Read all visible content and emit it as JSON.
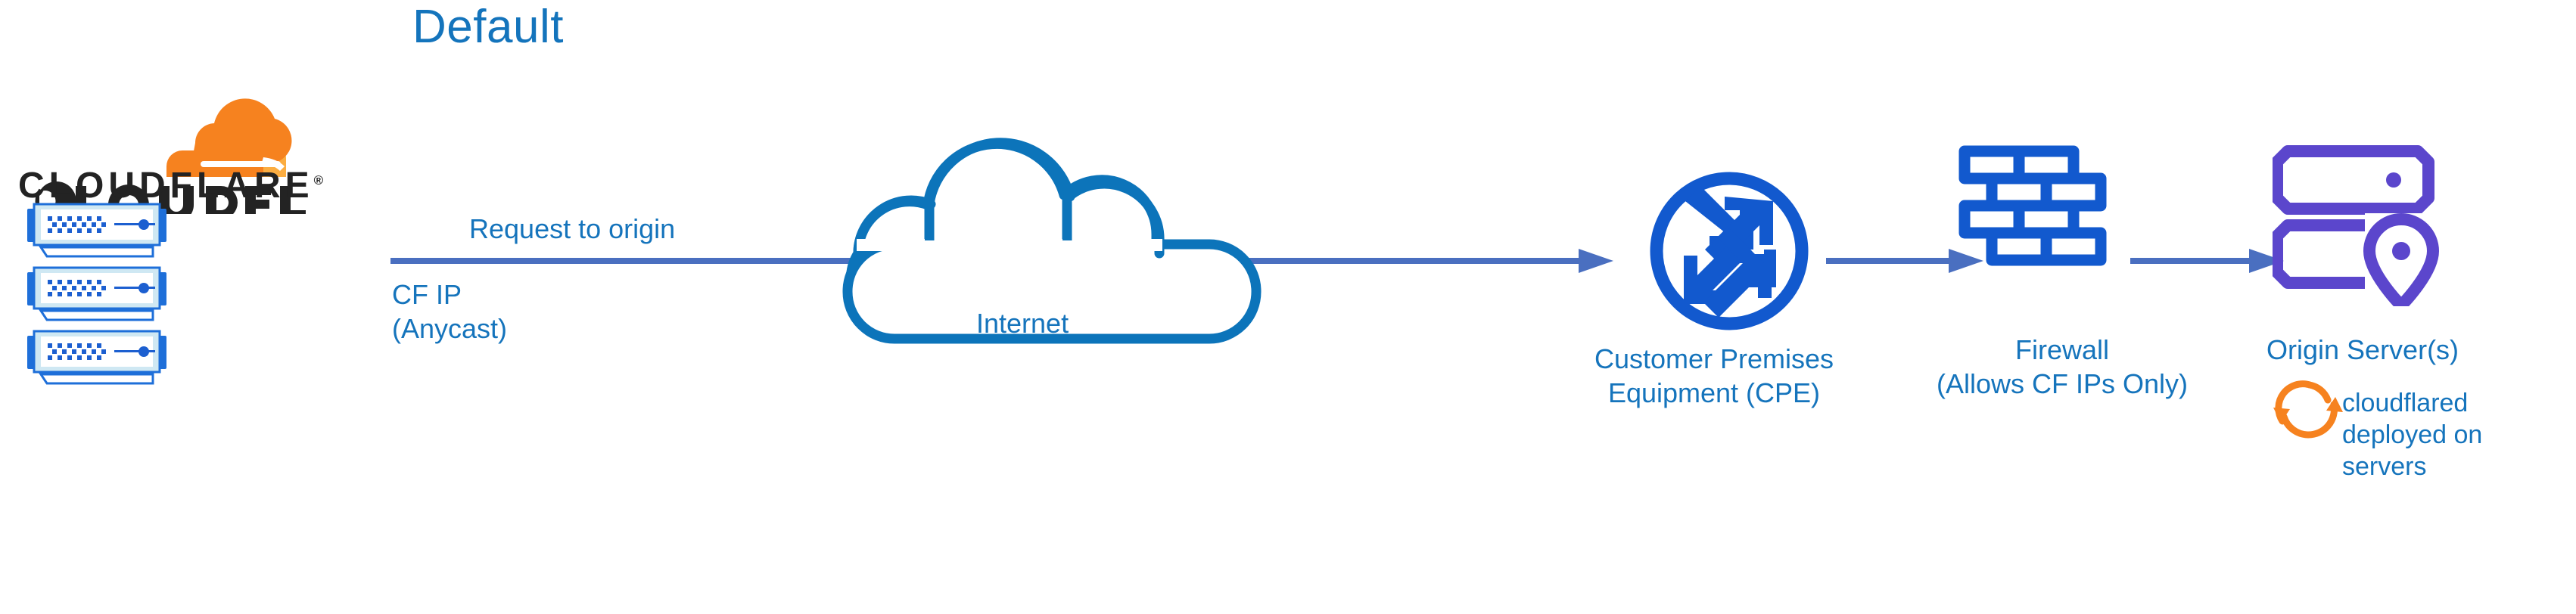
{
  "title": "Default",
  "brand": {
    "logo_wordmark": "CLOUDFLARE",
    "logo_trademark": "®",
    "logo_icon": "cloudflare-cloud-logo",
    "colors": {
      "cloud_orange_dark": "#F6821F",
      "cloud_orange_light": "#FBAD41",
      "wordmark_black": "#232323"
    }
  },
  "colors": {
    "title_blue": "#1474BC",
    "label_blue": "#1574BC",
    "connector_blue": "#4A6FC0",
    "icon_blue": "#1259CE",
    "cloud_outline_blue": "#0C74BA",
    "origin_purple": "#5B46CC",
    "rack_border_blue": "#1E6FD9",
    "rack_fill_light": "#CFE8F3",
    "rack_dot_blue": "#1C5FD0",
    "orange_accent": "#F6821F"
  },
  "edge_nodes": {
    "icon": "server-rack-icon",
    "count": 3,
    "caption_line_1": "CF IP",
    "caption_line_2": "(Anycast)"
  },
  "flow": {
    "request_label": "Request to origin",
    "connectors": [
      {
        "name": "cloudflare-to-cpe",
        "direction": "right"
      },
      {
        "name": "cpe-to-firewall",
        "direction": "right"
      },
      {
        "name": "firewall-to-origin",
        "direction": "right"
      }
    ]
  },
  "nodes": [
    {
      "id": "internet",
      "icon": "cloud-icon",
      "label": "Internet"
    },
    {
      "id": "cpe",
      "icon": "router-arrows-circle-icon",
      "label_line_1": "Customer Premises",
      "label_line_2": "Equipment (CPE)"
    },
    {
      "id": "firewall",
      "icon": "brick-wall-icon",
      "label_line_1": "Firewall",
      "label_line_2": "(Allows CF IPs Only)"
    },
    {
      "id": "origin",
      "icon": "server-stack-location-pin-icon",
      "label": "Origin Server(s)"
    }
  ],
  "annotations": [
    {
      "id": "cloudflared",
      "icon": "sync-arrows-icon",
      "text": "cloudflared deployed on servers"
    }
  ]
}
